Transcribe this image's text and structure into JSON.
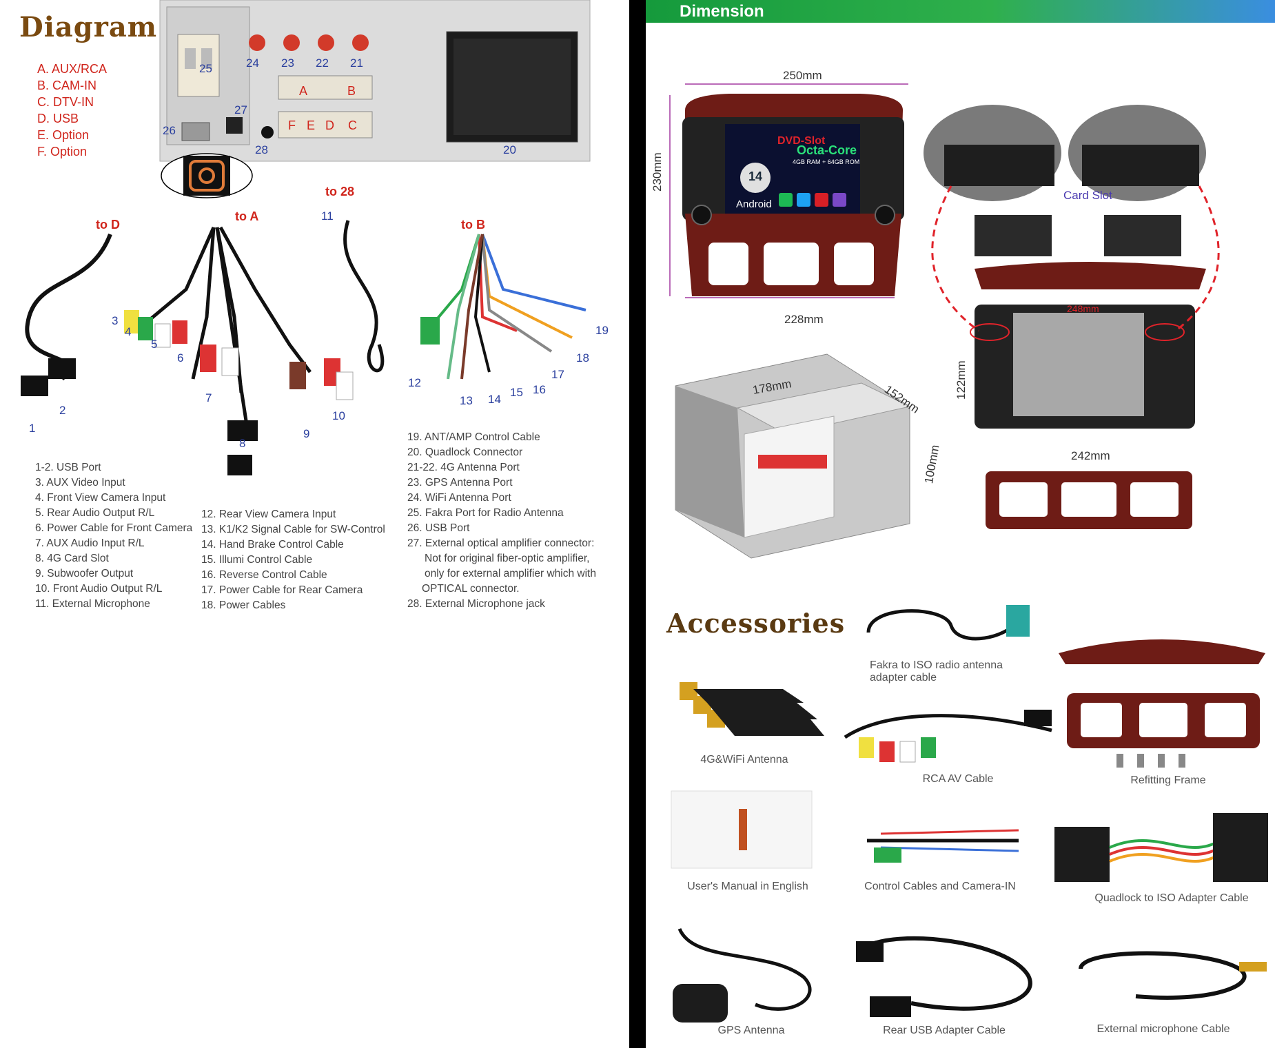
{
  "diagram": {
    "title": "Diagram",
    "legend": [
      "A. AUX/RCA",
      "B. CAM-IN",
      "C. DTV-IN",
      "D. USB",
      "E. Option",
      "F. Option"
    ],
    "port_letters": {
      "A": "A",
      "B": "B",
      "F": "F",
      "E": "E",
      "D": "D",
      "C": "C"
    },
    "port_numbers": {
      "n24": "24",
      "n23": "23",
      "n22": "22",
      "n21": "21",
      "n25": "25",
      "n27": "27",
      "n26": "26",
      "n28": "28",
      "n20": "20"
    },
    "connector_labels": {
      "to_d": "to D",
      "to_a": "to A",
      "to_28": "to 28",
      "to_b": "to B"
    },
    "cable_numbers": {
      "c1": "1",
      "c2": "2",
      "c3": "3",
      "c4": "4",
      "c5": "5",
      "c6": "6",
      "c7": "7",
      "c8": "8",
      "c9": "9",
      "c10": "10",
      "c11": "11",
      "c12": "12",
      "c13": "13",
      "c14": "14",
      "c15": "15",
      "c16": "16",
      "c17": "17",
      "c18": "18",
      "c19": "19"
    },
    "desc_col1": [
      "1-2. USB Port",
      "3. AUX Video Input",
      "4. Front View Camera Input",
      "5. Rear Audio Output R/L",
      "6. Power Cable for Front Camera",
      "7. AUX Audio Input R/L",
      "8. 4G Card Slot",
      "9. Subwoofer Output",
      "10. Front Audio Output R/L",
      "11. External Microphone"
    ],
    "desc_col2": [
      "12. Rear View Camera Input",
      "13. K1/K2 Signal Cable for SW-Control",
      "14. Hand Brake Control Cable",
      "15. Illumi Control Cable",
      "16. Reverse Control Cable",
      "17. Power Cable for Rear Camera",
      "18. Power Cables"
    ],
    "desc_col3": [
      "19. ANT/AMP Control Cable",
      "20. Quadlock Connector",
      "21-22. 4G Antenna Port",
      "23. GPS Antenna Port",
      "24. WiFi Antenna Port",
      "25. Fakra Port for Radio Antenna",
      "26. USB Port",
      "27. External optical amplifier connector:",
      "Not for original fiber-optic amplifier,",
      "only for external amplifier which with",
      "OPTICAL connector.",
      "28. External Microphone jack"
    ]
  },
  "dimension": {
    "title": "Dimension",
    "w250": "250mm",
    "h230": "230mm",
    "w228": "228mm",
    "d178": "178mm",
    "d152": "152mm",
    "d100": "100mm",
    "h122": "122mm",
    "w242": "242mm",
    "w248": "248mm",
    "card_slot": "Card Slot",
    "screen": {
      "slot": "DVD-Slot",
      "core": "Octa-Core",
      "ram": "4GB RAM + 64GB ROM",
      "os": "Android",
      "version": "14"
    }
  },
  "accessories": {
    "title": "Accessories",
    "items": {
      "fakra": "Fakra to ISO radio antenna adapter cable",
      "antenna": "4G&WiFi Antenna",
      "rca": "RCA AV Cable",
      "frame": "Refitting Frame",
      "manual": "User's Manual in English",
      "control": "Control Cables and Camera-IN",
      "quadlock": "Quadlock to ISO Adapter Cable",
      "gps": "GPS Antenna",
      "usb": "Rear USB Adapter Cable",
      "mic": "External microphone Cable"
    }
  },
  "colors": {
    "accent_red": "#d0251c",
    "number_blue": "#2a3f9e",
    "header_green": "#2fb04c",
    "wood": "#6e1c16"
  }
}
